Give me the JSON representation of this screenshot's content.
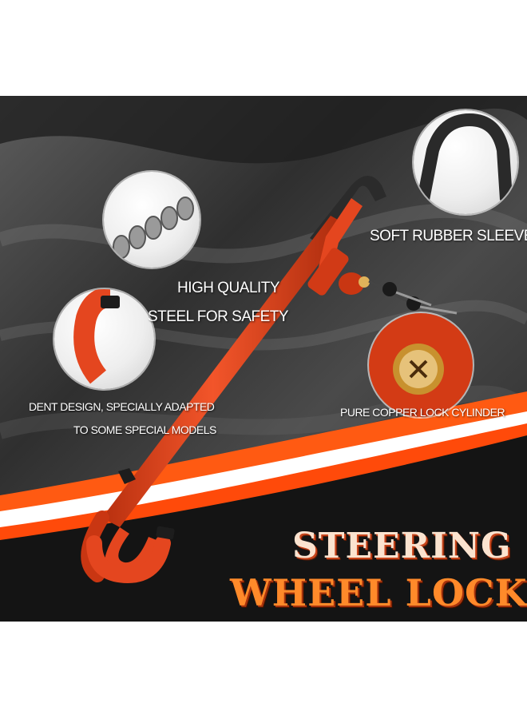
{
  "labels": {
    "rubber_sleeve": "SOFT RUBBER SLEEVE",
    "steel_line1": "HIGH QUALITY",
    "steel_line2": "STEEL FOR SAFETY",
    "dent_line1": "DENT DESIGN,  SPECIALLY ADAPTED",
    "dent_line2": "TO SOME SPECIAL MODELS",
    "copper": "PURE COPPER LOCK CYLINDER"
  },
  "title": {
    "line1": "STEERING",
    "line2": "WHEEL LOCK"
  },
  "colors": {
    "lock_body": "#e4461f",
    "sleeve": "#2b2b2b",
    "accent_orange": "#ff5a12",
    "background": "#3a3a3a"
  }
}
